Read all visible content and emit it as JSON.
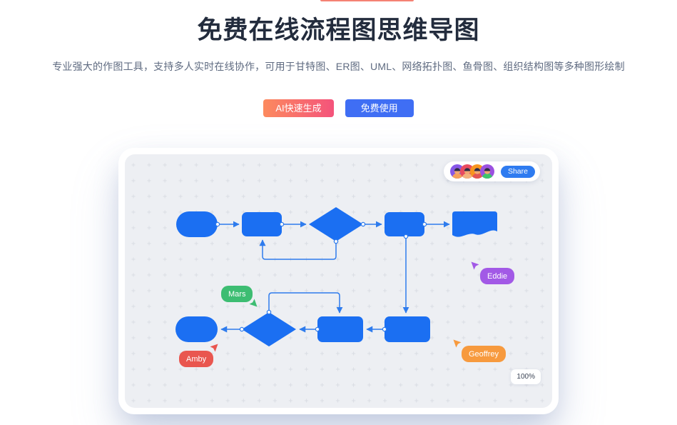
{
  "hero": {
    "title": "免费在线流程图思维导图",
    "subtitle": "专业强大的作图工具，支持多人实时在线协作，可用于甘特图、ER图、UML、网络拓扑图、鱼骨图、组织结构图等多种图形绘制",
    "ai_button_label": "AI快速生成",
    "free_button_label": "免费使用",
    "ai_button_gradient": [
      "#fc8a5e",
      "#f4537b"
    ],
    "free_button_color": "#3f6ef4",
    "top_accent_color": "#f58274"
  },
  "canvas": {
    "share_label": "Share",
    "zoom_level": "100%",
    "shape_color": "#1b6ff2",
    "connector_color": "#2f7ced",
    "avatars": [
      {
        "bg": "#8657e8",
        "shirt": "#f5a05a"
      },
      {
        "bg": "#e84a5f",
        "shirt": "#f2b27e"
      },
      {
        "bg": "#f7941e",
        "shirt": "#e25555"
      },
      {
        "bg": "#9b51e0",
        "shirt": "#3ec46d"
      }
    ],
    "collaborators": [
      {
        "name": "Mars",
        "color": "#3dbd72"
      },
      {
        "name": "Eddie",
        "color": "#a259e6"
      },
      {
        "name": "Amby",
        "color": "#e9564f"
      },
      {
        "name": "Geoffrey",
        "color": "#f79a3e"
      }
    ]
  }
}
